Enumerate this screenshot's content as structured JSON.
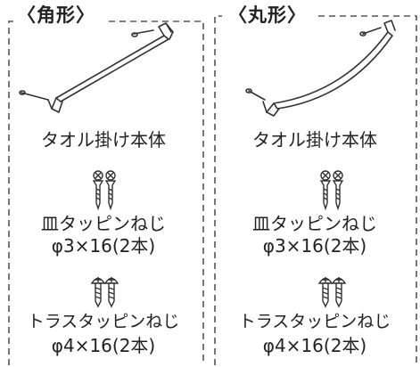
{
  "left": {
    "title": "〈角形〉",
    "part_name": "タオル掛け本体",
    "screw1_name": "皿タッピンねじ",
    "screw1_spec": "φ3×16(2本)",
    "screw2_name": "トラスタッピンねじ",
    "screw2_spec": "φ4×16(2本)"
  },
  "right": {
    "title": "〈丸形〉",
    "part_name": "タオル掛け本体",
    "screw1_name": "皿タッピンねじ",
    "screw1_spec": "φ3×16(2本)",
    "screw2_name": "トラスタッピンねじ",
    "screw2_spec": "φ4×16(2本)"
  }
}
